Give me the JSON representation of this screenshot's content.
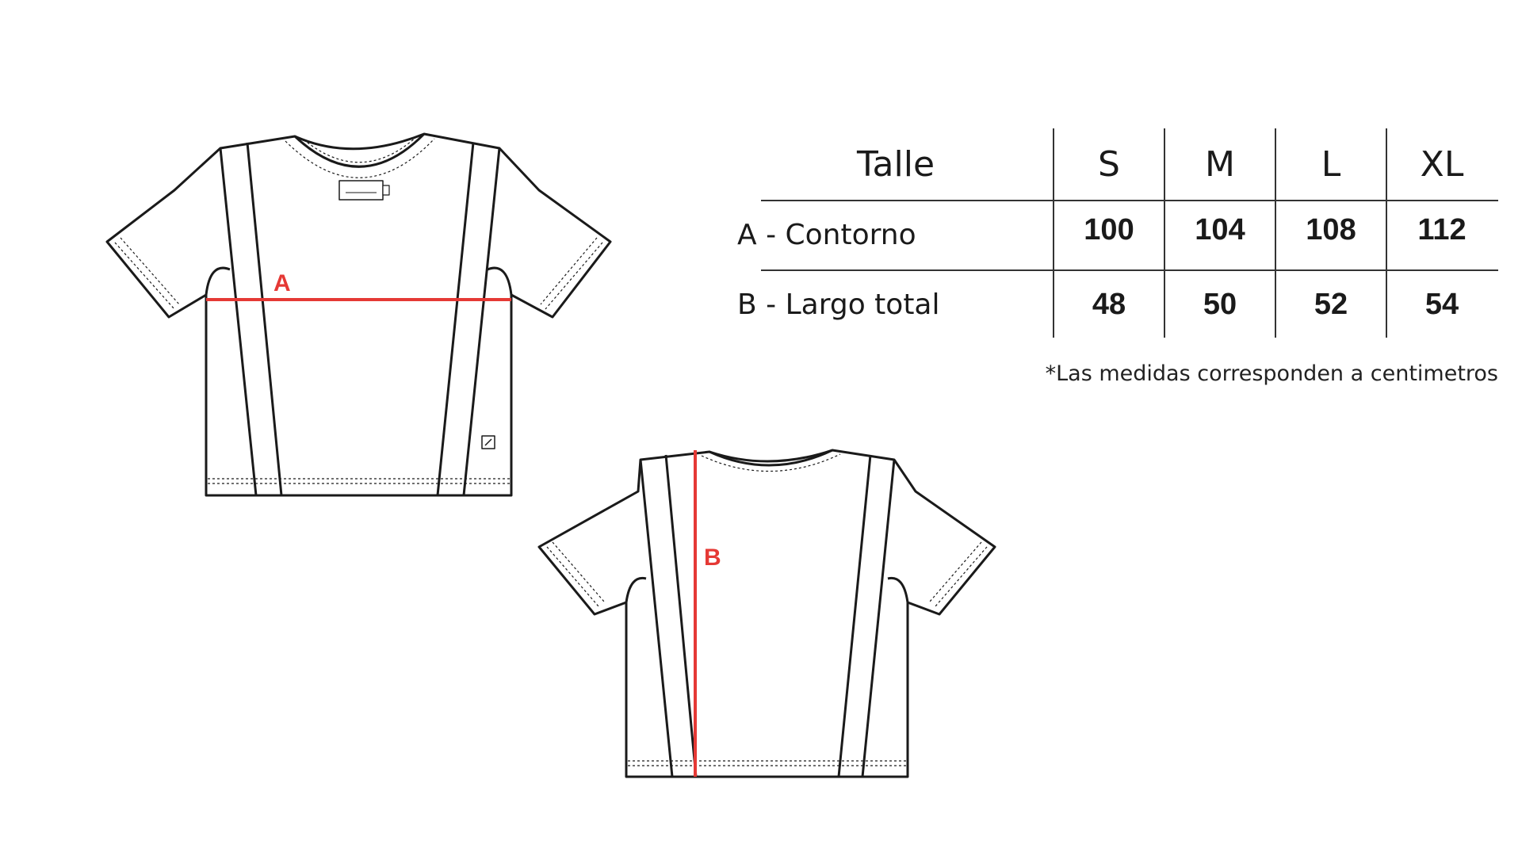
{
  "colors": {
    "outline": "#1a1a1a",
    "measure": "#e53935",
    "text": "#1a1a1a"
  },
  "callouts": {
    "front": "A",
    "back": "B"
  },
  "table": {
    "header": {
      "label": "Talle",
      "sizes": [
        "S",
        "M",
        "L",
        "XL"
      ]
    },
    "rows": [
      {
        "label": "A - Contorno",
        "values": [
          "100",
          "104",
          "108",
          "112"
        ]
      },
      {
        "label": "B - Largo total",
        "values": [
          "48",
          "50",
          "52",
          "54"
        ]
      }
    ]
  },
  "footnote": "*Las medidas corresponden a centimetros",
  "icons": {
    "front": "t-shirt-front-icon",
    "back": "t-shirt-back-icon",
    "neck_tag": "neck-label-icon",
    "hem_logo": "brand-logo-icon"
  }
}
